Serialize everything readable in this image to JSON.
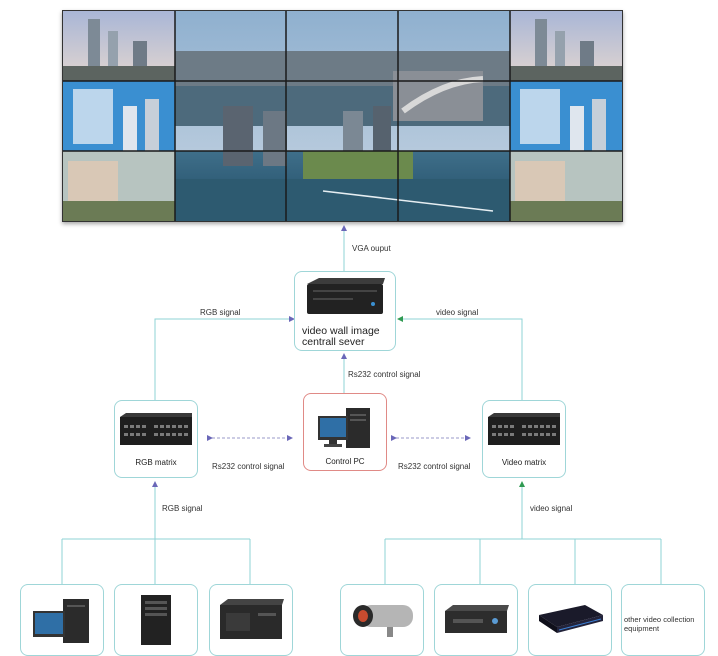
{
  "signals": {
    "vga_output": "VGA ouput",
    "rgb_signal_top": "RGB signal",
    "video_signal_top": "video signal",
    "rs232_vertical": "Rs232 control signal",
    "rs232_left": "Rs232 control signal",
    "rs232_right": "Rs232 control signal",
    "rgb_signal_bottom": "RGB signal",
    "video_signal_bottom": "video signal"
  },
  "nodes": {
    "server_line1": "video wall image",
    "server_line2": "centrall sever",
    "rgb_matrix": "RGB matrix",
    "control_pc": "Control PC",
    "video_matrix": "Video matrix",
    "other_equipment": "other video collection equipment"
  },
  "colors": {
    "line": "#8fd3d6",
    "arrow_blue": "#6a67b8",
    "arrow_green": "#2f9a52",
    "pc_border": "#e08a86"
  }
}
